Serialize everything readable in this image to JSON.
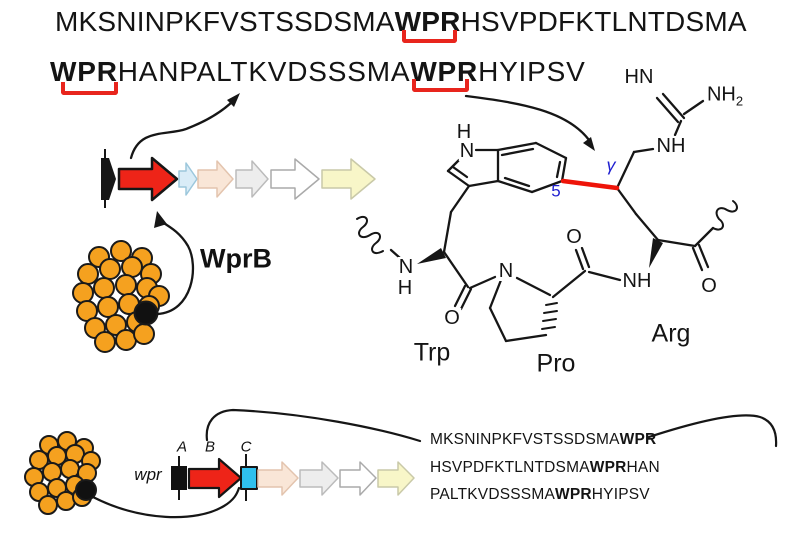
{
  "sequences": {
    "top_line1": {
      "pre": "MKSNINPKFVSTSSDSMA",
      "motif": "WPR",
      "post": "HSVPDFKTLNTDSMA"
    },
    "top_line2": {
      "motif1": "WPR",
      "mid": "HANPALTKVDSSSMA",
      "motif2": "WPR",
      "post": "HYIPSV"
    },
    "bottom_line1": {
      "pre": "MKSNINPKFVSTSSDSMA",
      "motif": "WPR",
      "post": ""
    },
    "bottom_line2": {
      "pre": "HSVPDFKTLNTDSMA",
      "motif": "WPR",
      "post": "HAN"
    },
    "bottom_line3": {
      "pre": "PALTKVDSSSMA",
      "motif": "WPR",
      "post": "HYIPSV"
    }
  },
  "labels": {
    "enzyme": "WprB",
    "gene_cluster": "wpr",
    "gene_a": "A",
    "gene_b": "B",
    "gene_c": "C",
    "residue_trp": "Trp",
    "residue_pro": "Pro",
    "residue_arg": "Arg",
    "crosslink_carbon": "γ",
    "crosslink_position": "5"
  },
  "atoms": {
    "indole_h": "H",
    "indole_n": "N",
    "guanidine_hn": "HN",
    "guanidine_nh2_base": "NH",
    "guanidine_nh2_sub": "2",
    "arg_ne_nh": "NH",
    "trp_backbone_n": "N",
    "trp_backbone_h": "H",
    "trp_carbonyl_o": "O",
    "pro_n": "N",
    "pro_carbonyl_o": "O",
    "arg_backbone_nh": "NH",
    "arg_carbonyl_o": "O"
  },
  "colors": {
    "bracket_red": "#e8251d",
    "crosslink_red": "#ee1409",
    "gene_red": "#ee2418",
    "gene_cyan": "#2fc0ee",
    "gene_light_blue": "#d9ecf7",
    "gene_peach": "#f9e6d7",
    "gene_gray": "#ededed",
    "gene_white": "#ffffff",
    "gene_yellow": "#f8f6c8",
    "cluster_orange": "#f5a11f",
    "atom_label_blue": "#1f1fd0",
    "ink": "#161616"
  }
}
